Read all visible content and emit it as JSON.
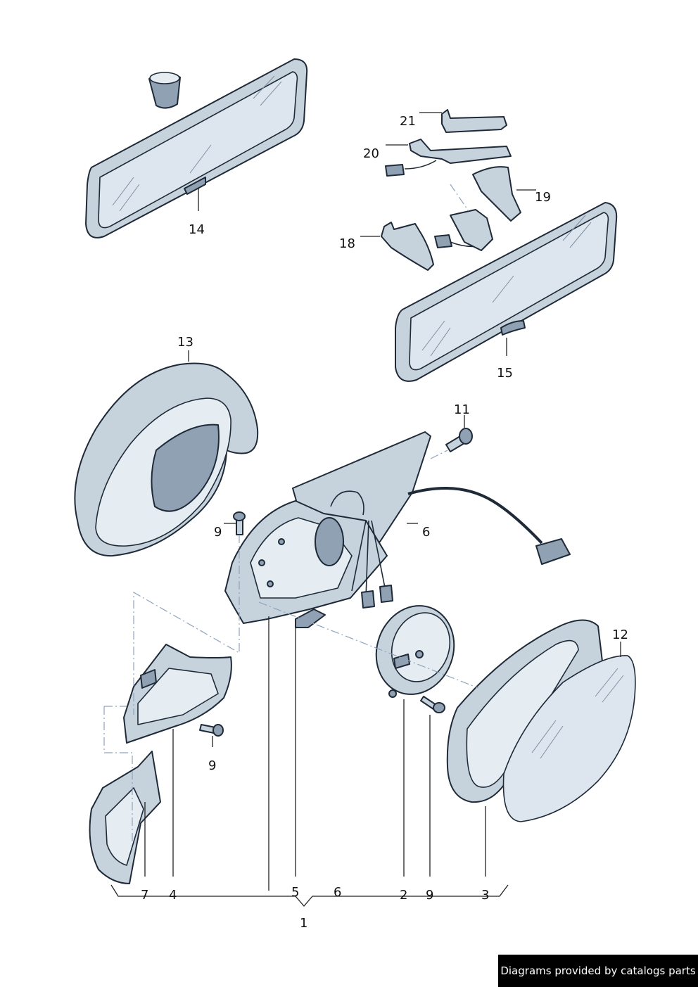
{
  "callouts": {
    "c14": "14",
    "c15": "15",
    "c18": "18",
    "c19": "19",
    "c20": "20",
    "c21": "21",
    "c13": "13",
    "c11": "11",
    "c9a": "9",
    "c6a": "6",
    "c12": "12",
    "c9b": "9",
    "c7": "7",
    "c4": "4",
    "c5": "5",
    "c6b": "6",
    "c2": "2",
    "c9c": "9",
    "c3": "3",
    "c1": "1"
  },
  "footer": {
    "credit": "Diagrams provided by catalogs parts"
  }
}
